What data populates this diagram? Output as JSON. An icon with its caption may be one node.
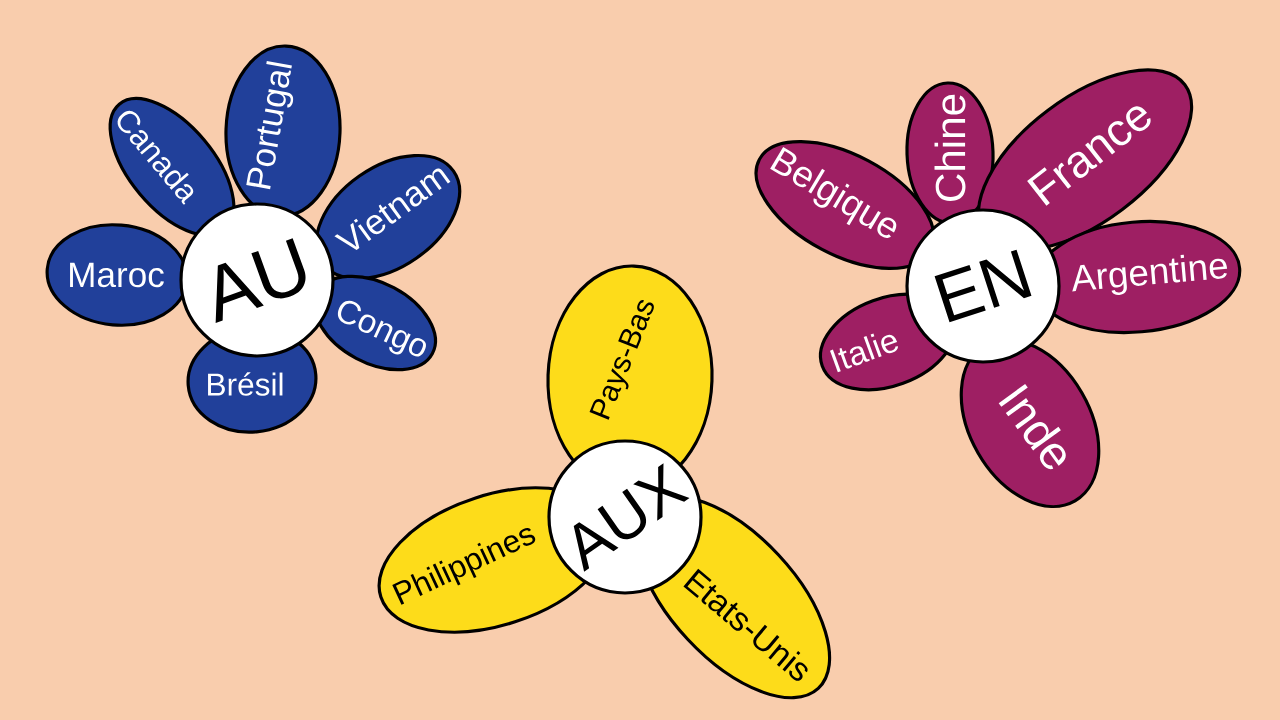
{
  "diagram": {
    "nodes": [
      {
        "text": [
          "AU"
        ]
      },
      {
        "text": [
          "Canada"
        ]
      },
      {
        "text": [
          "Portugal"
        ]
      },
      {
        "text": [
          "Vietnam"
        ]
      },
      {
        "text": [
          "Congo"
        ]
      },
      {
        "text": [
          "Brésil"
        ]
      },
      {
        "text": [
          "Maroc"
        ]
      },
      {
        "text": [
          "EN"
        ]
      },
      {
        "text": [
          "Belgique"
        ]
      },
      {
        "text": [
          "Chine"
        ]
      },
      {
        "text": [
          "France"
        ]
      },
      {
        "text": [
          "Argentine"
        ]
      },
      {
        "text": [
          "Inde"
        ]
      },
      {
        "text": [
          "Italie"
        ]
      },
      {
        "text": [
          "AUX"
        ]
      },
      {
        "text": [
          "Pays-Bas"
        ]
      },
      {
        "text": [
          "Etats-Unis"
        ]
      },
      {
        "text": [
          "Philippines"
        ]
      }
    ]
  }
}
